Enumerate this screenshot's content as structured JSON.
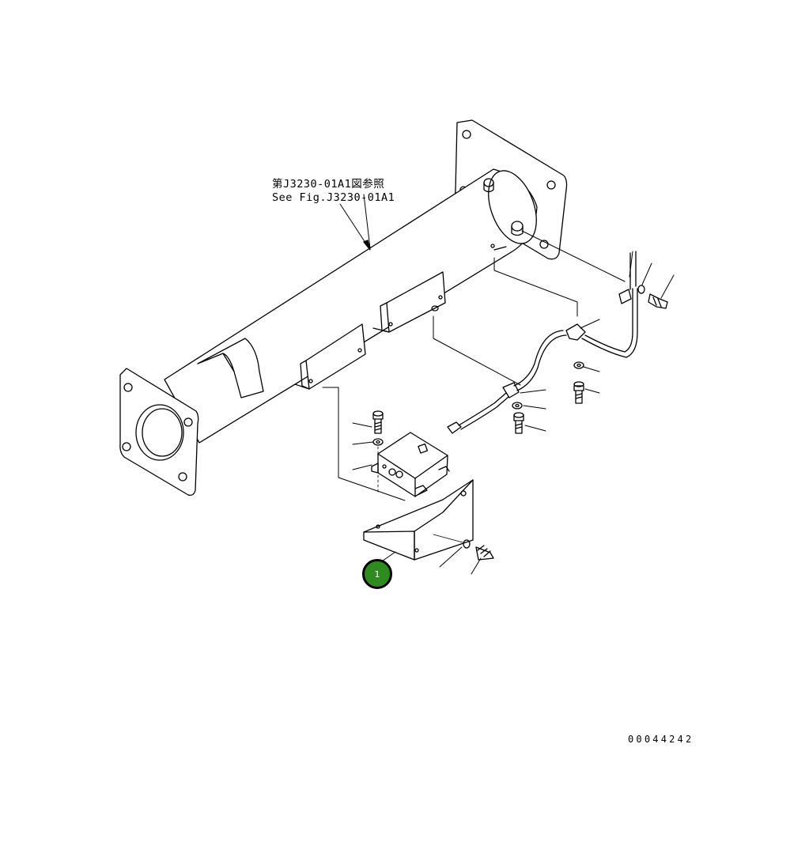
{
  "reference_note": {
    "line_jp": "第J3230-01A1図参照",
    "line_en": "See Fig.J3230-01A1"
  },
  "drawing_number": "00044242",
  "callouts": [
    {
      "label": "1",
      "color": "#2f8a1f"
    }
  ],
  "colors": {
    "line": "#000000",
    "background": "#ffffff"
  }
}
